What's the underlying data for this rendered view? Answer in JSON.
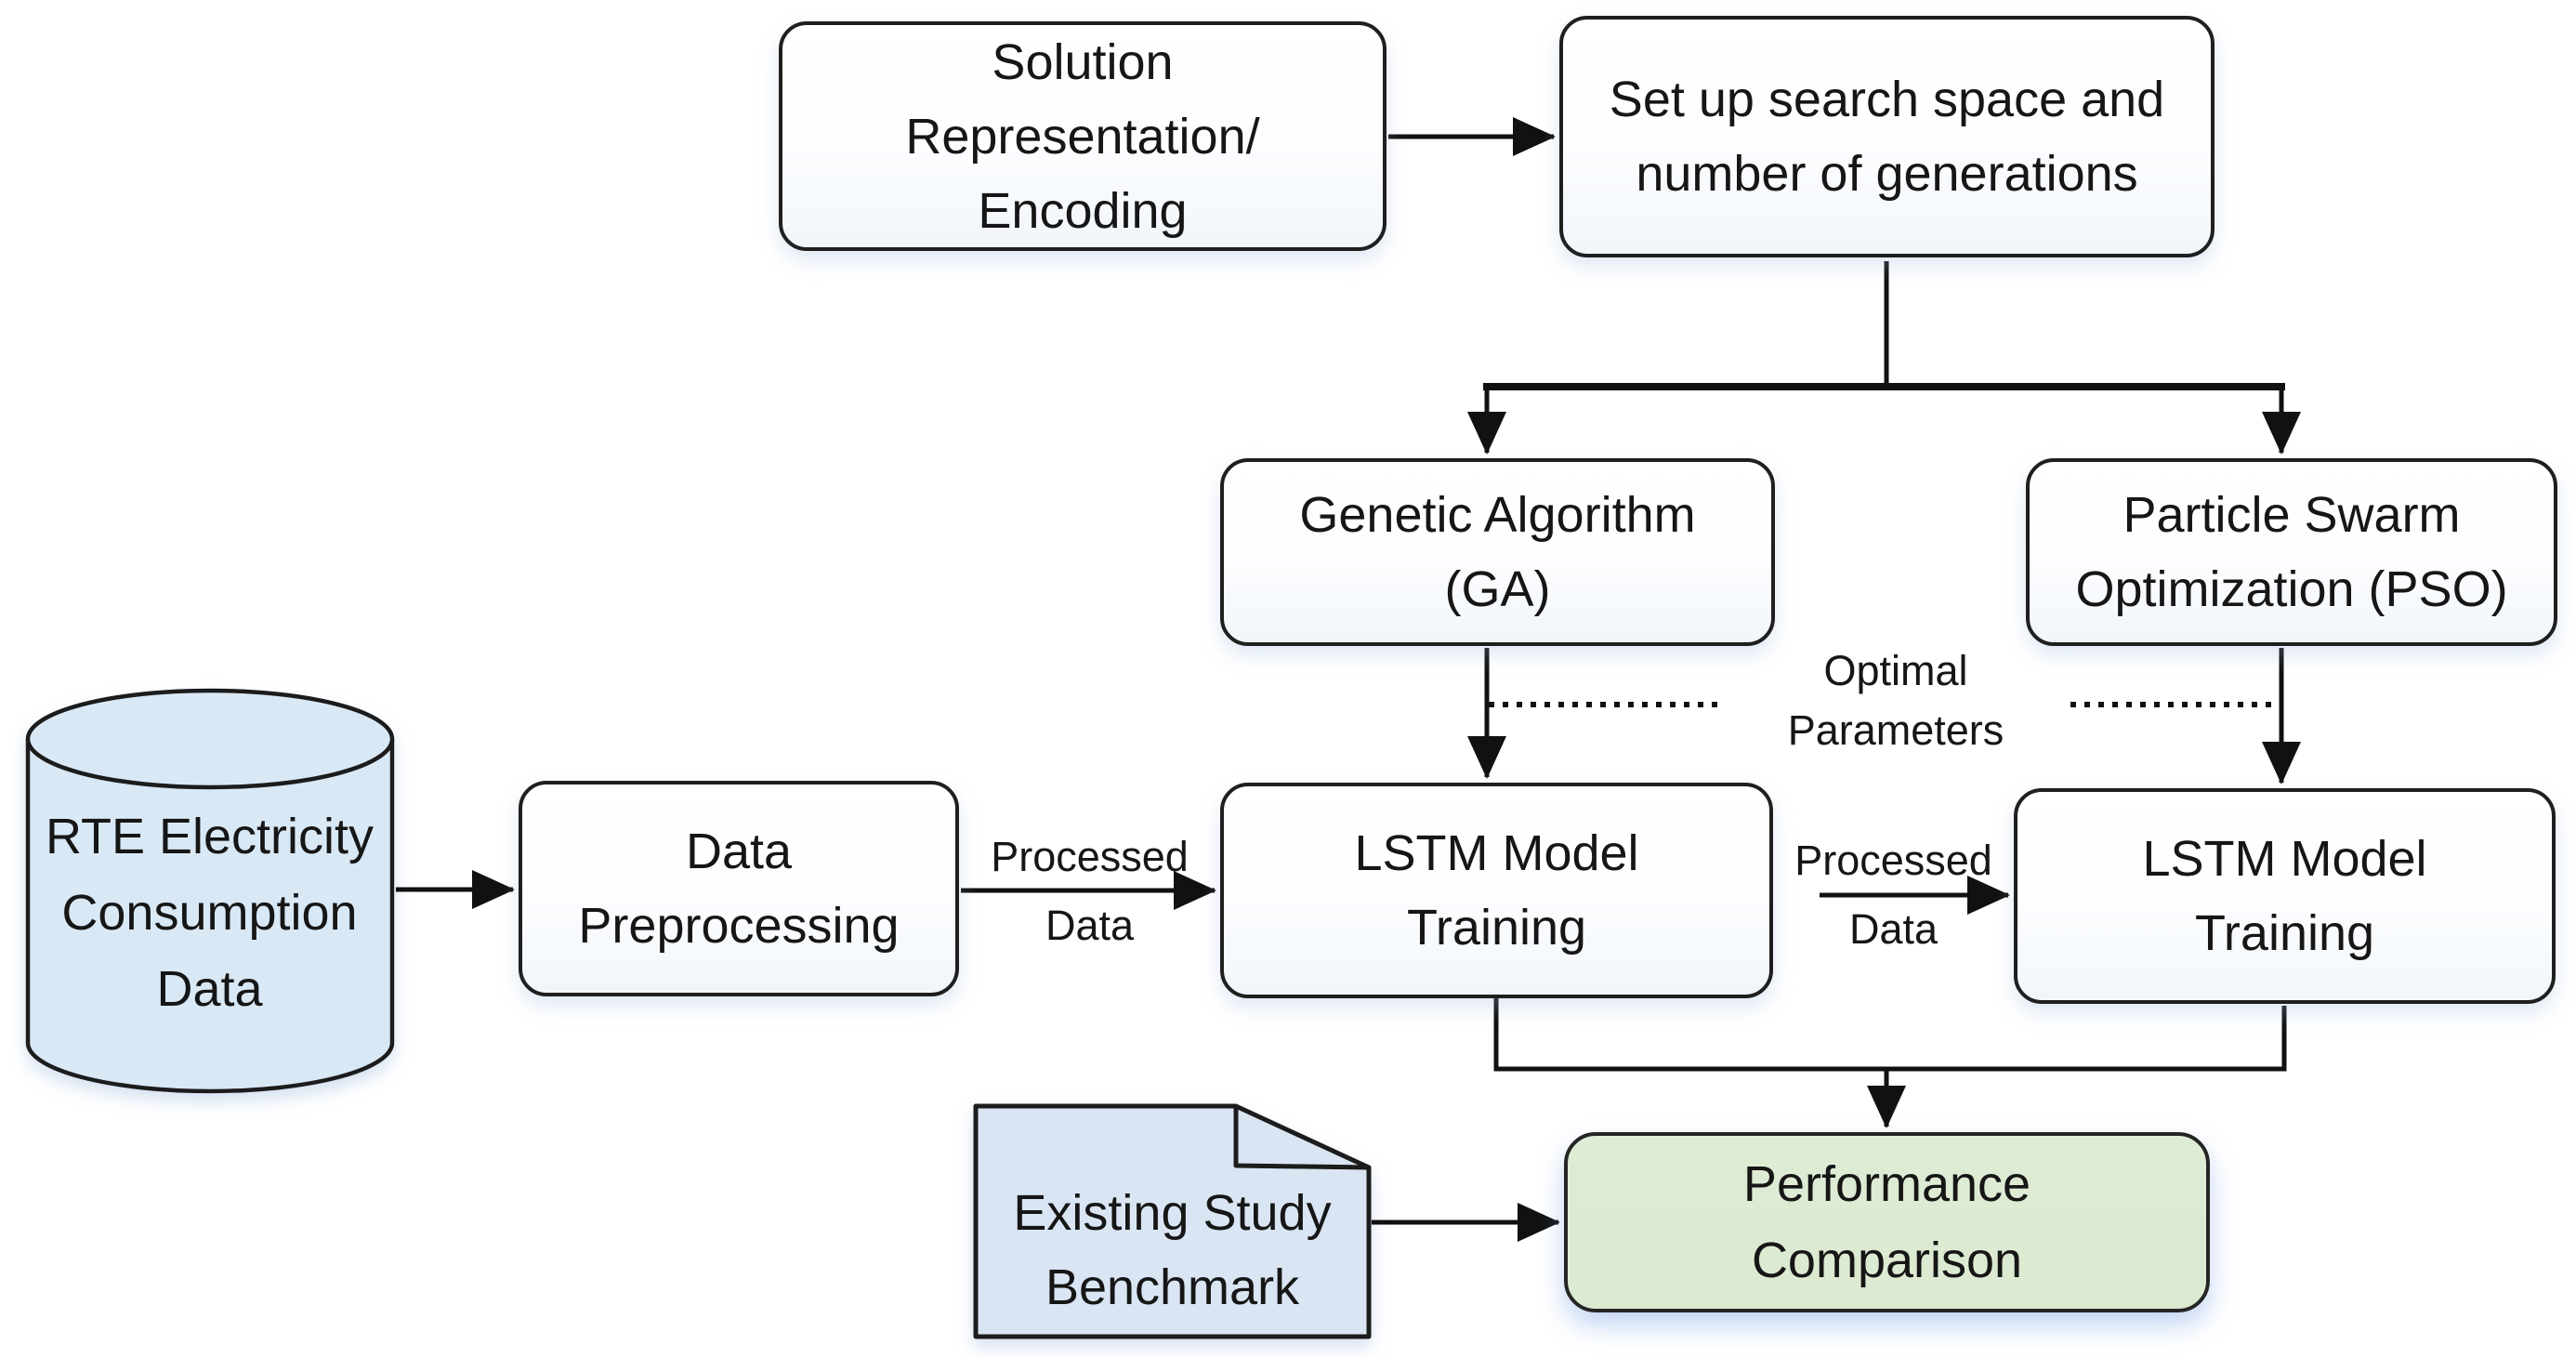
{
  "diagram": {
    "title": "GA/PSO optimized LSTM workflow flowchart",
    "nodes": {
      "solution_encoding": {
        "lines": [
          "Solution",
          "Representation/",
          "Encoding"
        ]
      },
      "search_space": {
        "lines": [
          "Set up search space and",
          "number of generations"
        ]
      },
      "genetic_algorithm": {
        "lines": [
          "Genetic Algorithm",
          "(GA)"
        ]
      },
      "particle_swarm": {
        "lines": [
          "Particle Swarm",
          "Optimization (PSO)"
        ]
      },
      "lstm_training_left": {
        "lines": [
          "LSTM Model",
          "Training"
        ]
      },
      "lstm_training_right": {
        "lines": [
          "LSTM Model",
          "Training"
        ]
      },
      "data_preprocessing": {
        "lines": [
          "Data",
          "Preprocessing"
        ]
      },
      "rte_data": {
        "lines": [
          "RTE Electricity",
          "Consumption",
          "Data"
        ]
      },
      "existing_benchmark": {
        "lines": [
          "Existing Study",
          "Benchmark"
        ]
      },
      "performance_comparison": {
        "lines": [
          "Performance",
          "Comparison"
        ]
      }
    },
    "edge_labels": {
      "processed_data_left": {
        "lines": [
          "Processed",
          "Data"
        ]
      },
      "processed_data_mid": {
        "lines": [
          "Processed",
          "Data"
        ]
      },
      "optimal_parameters": {
        "lines": [
          "Optimal",
          "Parameters"
        ]
      }
    },
    "colors": {
      "node_fill": "#fdfeff",
      "node_border": "#1f1f1f",
      "cylinder_fill": "#d9e8f5",
      "document_fill": "#d9e5f3",
      "performance_fill": "#dcead3",
      "connector": "#111111",
      "text": "#161616"
    }
  }
}
